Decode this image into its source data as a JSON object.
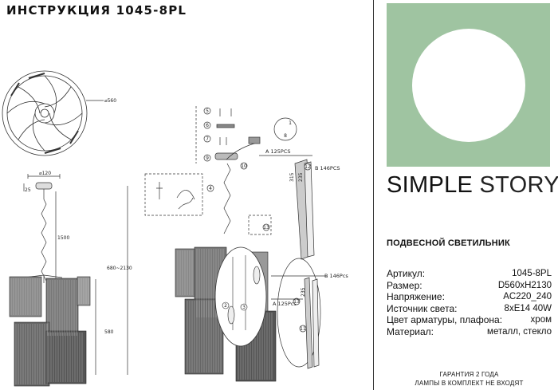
{
  "title": "ИНСТРУКЦИЯ 1045-8PL",
  "brand": {
    "part1": "SIMPLE",
    "part2": "STORY"
  },
  "product_type": "ПОДВЕСНОЙ СВЕТИЛЬНИК",
  "specs": [
    {
      "label": "Артикул:",
      "value": "1045-8PL"
    },
    {
      "label": "Размер:",
      "value": "D560xH2130"
    },
    {
      "label": "Напряжение:",
      "value": "AC220_240"
    },
    {
      "label": "Источник света:",
      "value": "8xE14 40W"
    },
    {
      "label": "Цвет арматуры, плафона:",
      "value": "хром"
    },
    {
      "label": "Материал:",
      "value": "металл, стекло"
    }
  ],
  "footer": {
    "line1": "ГАРАНТИЯ 2 ГОДА",
    "line2": "ЛАМПЫ В КОМПЛЕКТ НЕ ВХОДЯТ"
  },
  "drawing": {
    "diameter": "⌀560",
    "canopy_width": "⌀120",
    "canopy_height": "25",
    "chain_length": "1500",
    "total_height": "680~2130",
    "body_height": "580",
    "label_a": "A 125PCS",
    "label_b": "B 146PCS",
    "label_b_small": "B 146Pcs",
    "label_a_small": "A 125Pcs",
    "dim_315": "315",
    "dim_235": "235",
    "steps": [
      "1",
      "2",
      "3",
      "4",
      "5",
      "6",
      "7",
      "8",
      "9",
      "10",
      "11",
      "12",
      "13",
      "14"
    ]
  },
  "colors": {
    "swatch": "#9fc4a1",
    "moon": "#ffffff"
  }
}
